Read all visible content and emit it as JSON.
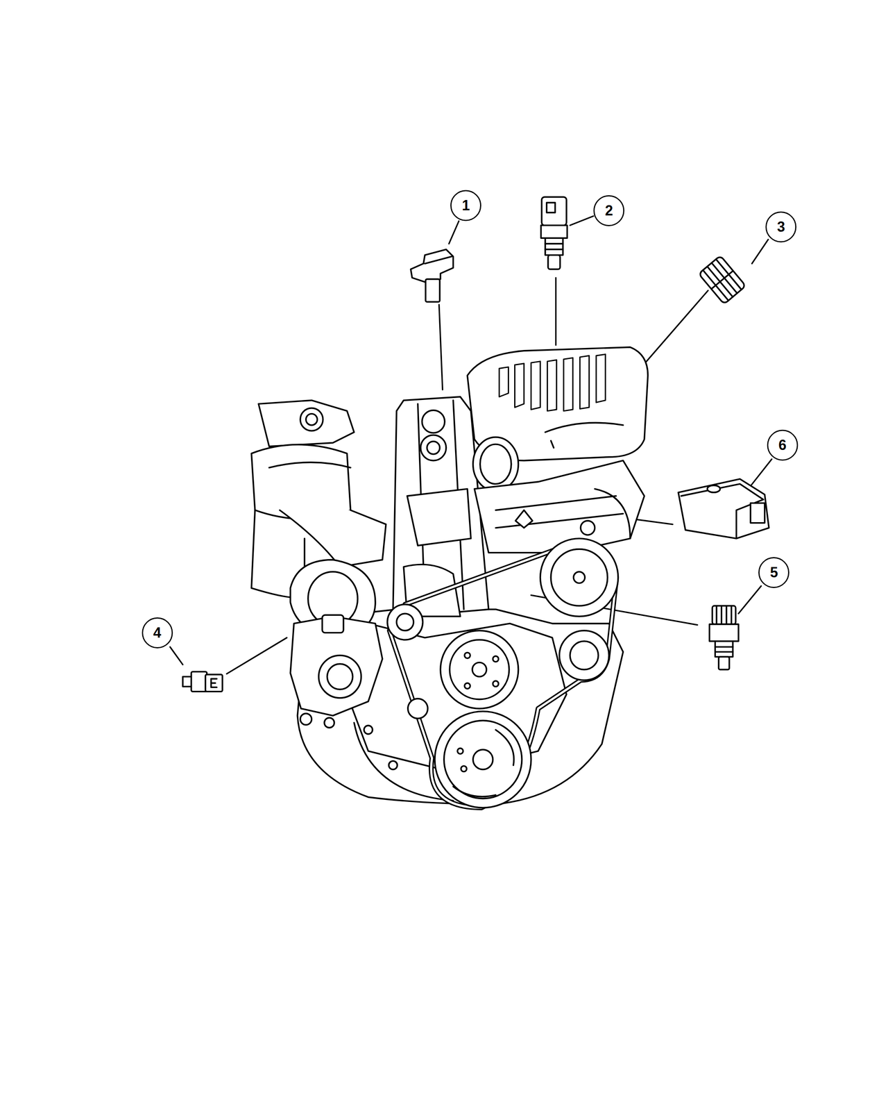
{
  "diagram": {
    "nodes": [
      {
        "text": [
          "1"
        ]
      },
      {
        "text": [
          "2"
        ]
      },
      {
        "text": [
          "3"
        ]
      },
      {
        "text": [
          "6"
        ]
      },
      {
        "text": [
          "5"
        ]
      },
      {
        "text": [
          "4"
        ]
      }
    ]
  }
}
